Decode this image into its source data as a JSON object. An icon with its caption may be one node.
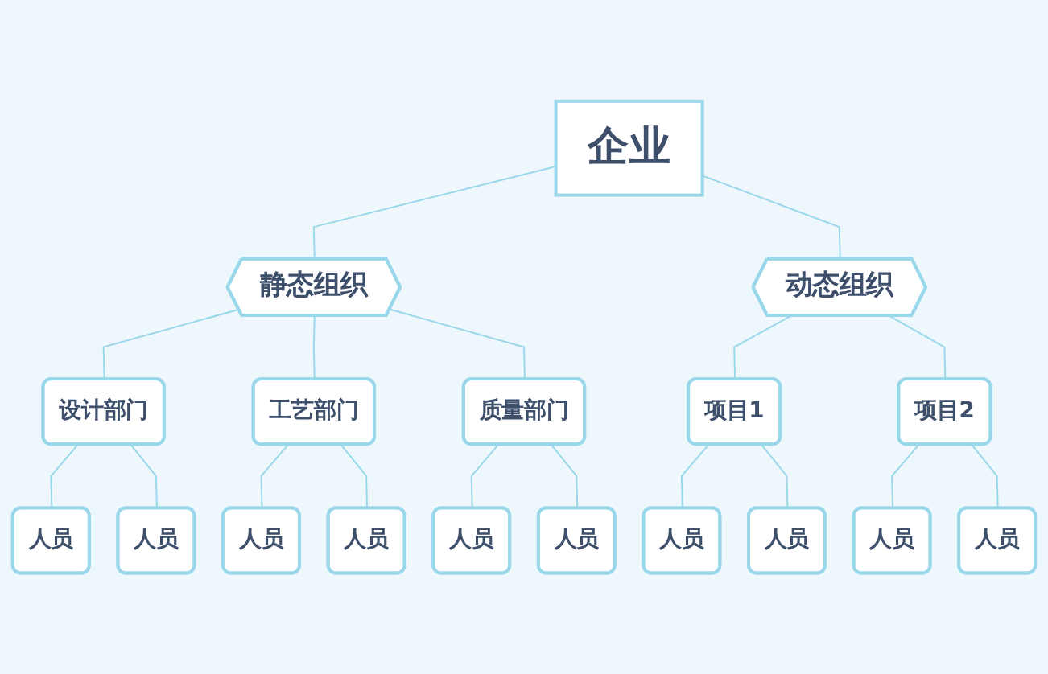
{
  "diagram": {
    "nodes": [
      {
        "text": [
          "企业"
        ]
      },
      {
        "text": [
          "静态组织"
        ]
      },
      {
        "text": [
          "动态组织"
        ]
      },
      {
        "text": [
          "设计部门"
        ]
      },
      {
        "text": [
          "工艺部门"
        ]
      },
      {
        "text": [
          "质量部门"
        ]
      },
      {
        "text": [
          "项目1"
        ]
      },
      {
        "text": [
          "项目2"
        ]
      },
      {
        "text": [
          "人员"
        ]
      },
      {
        "text": [
          "人员"
        ]
      },
      {
        "text": [
          "人员"
        ]
      },
      {
        "text": [
          "人员"
        ]
      },
      {
        "text": [
          "人员"
        ]
      },
      {
        "text": [
          "人员"
        ]
      },
      {
        "text": [
          "人员"
        ]
      },
      {
        "text": [
          "人员"
        ]
      },
      {
        "text": [
          "人员"
        ]
      },
      {
        "text": [
          "人员"
        ]
      }
    ],
    "edges": [
      {
        "from": 0,
        "to": 1,
        "arrow": "none"
      },
      {
        "from": 0,
        "to": 2,
        "arrow": "none"
      },
      {
        "from": 1,
        "to": 3,
        "arrow": "none"
      },
      {
        "from": 1,
        "to": 4,
        "arrow": "none"
      },
      {
        "from": 1,
        "to": 5,
        "arrow": "none"
      },
      {
        "from": 2,
        "to": 6,
        "arrow": "none"
      },
      {
        "from": 2,
        "to": 7,
        "arrow": "none"
      },
      {
        "from": 3,
        "to": 8,
        "arrow": "none"
      },
      {
        "from": 3,
        "to": 9,
        "arrow": "none"
      },
      {
        "from": 4,
        "to": 10,
        "arrow": "none"
      },
      {
        "from": 4,
        "to": 11,
        "arrow": "none"
      },
      {
        "from": 5,
        "to": 12,
        "arrow": "none"
      },
      {
        "from": 5,
        "to": 13,
        "arrow": "none"
      },
      {
        "from": 6,
        "to": 14,
        "arrow": "none"
      },
      {
        "from": 6,
        "to": 15,
        "arrow": "none"
      },
      {
        "from": 7,
        "to": 16,
        "arrow": "none"
      },
      {
        "from": 7,
        "to": 17,
        "arrow": "none"
      }
    ]
  }
}
